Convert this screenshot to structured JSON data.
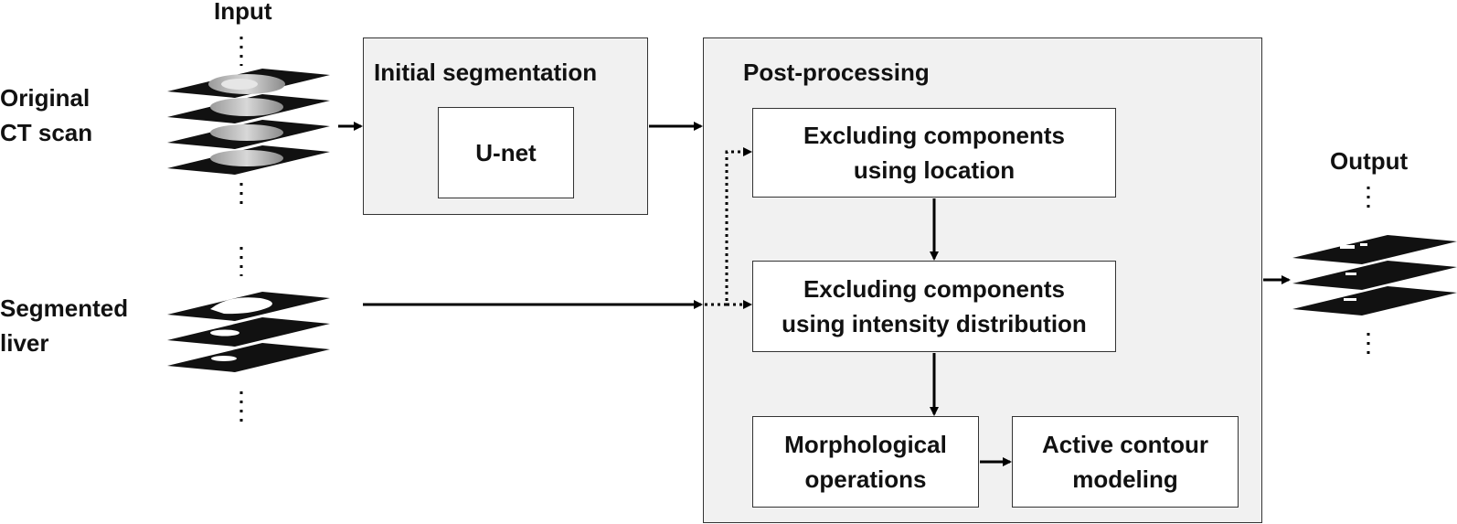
{
  "labels": {
    "input": "Input",
    "output": "Output",
    "original_ct_scan": "Original\nCT scan",
    "segmented_liver": "Segmented\nliver"
  },
  "initial_segmentation": {
    "title": "Initial segmentation",
    "unet": "U-net"
  },
  "post_processing": {
    "title": "Post-processing",
    "step_location": "Excluding components\nusing location",
    "step_intensity": "Excluding components\nusing intensity distribution",
    "step_morphology": "Morphological\noperations",
    "step_active_contour": "Active contour\nmodeling"
  },
  "colors": {
    "panel_fill": "#f1f1f1",
    "stroke": "#333333",
    "slice_fill": "#111111"
  }
}
